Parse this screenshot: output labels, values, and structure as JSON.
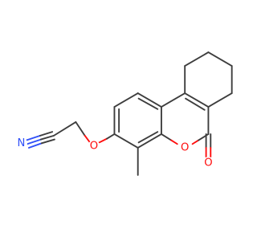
{
  "colors": {
    "carbon_bond": "#3d3d3d",
    "oxygen": "#ff0d0d",
    "nitrogen": "#3050f8",
    "background": "#ffffff"
  },
  "atoms": {
    "n_nitrile": {
      "label": "N",
      "element": "N"
    },
    "o_ether": {
      "label": "O",
      "element": "O"
    },
    "o_ring": {
      "label": "O",
      "element": "O"
    },
    "o_carbonyl": {
      "label": "O",
      "element": "O"
    }
  }
}
